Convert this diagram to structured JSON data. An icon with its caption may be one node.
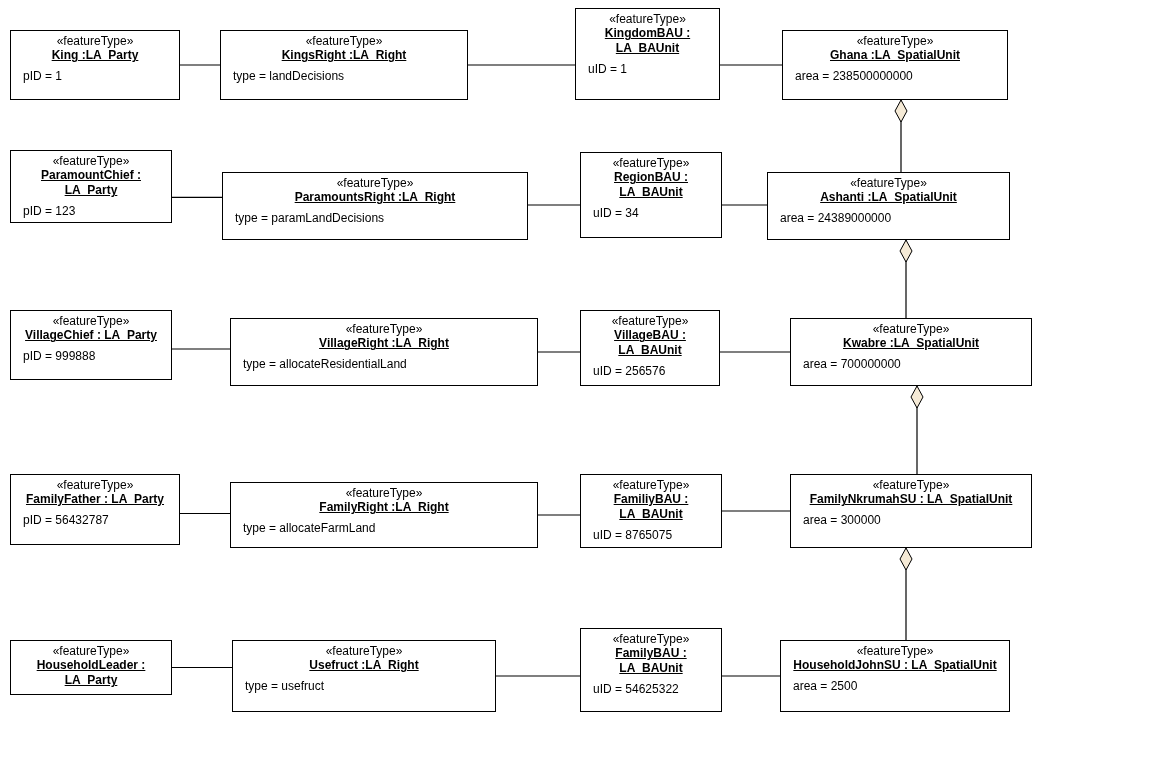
{
  "diagram": {
    "nodes": [
      {
        "text": [
          "«featureType»",
          "King :LA_Party",
          "pID = 1"
        ]
      },
      {
        "text": [
          "«featureType»",
          "KingsRight :LA_Right",
          "type = landDecisions"
        ]
      },
      {
        "text": [
          "«featureType»",
          "KingdomBAU : LA_BAUnit",
          "uID = 1"
        ]
      },
      {
        "text": [
          "«featureType»",
          "Ghana :LA_SpatialUnit",
          "area = 238500000000"
        ]
      },
      {
        "text": [
          "«featureType»",
          "ParamountChief : LA_Party",
          "pID = 123"
        ]
      },
      {
        "text": [
          "«featureType»",
          "ParamountsRight :LA_Right",
          "type = paramLandDecisions"
        ]
      },
      {
        "text": [
          "«featureType»",
          "RegionBAU : LA_BAUnit",
          "uID = 34"
        ]
      },
      {
        "text": [
          "«featureType»",
          "Ashanti :LA_SpatialUnit",
          "area = 24389000000"
        ]
      },
      {
        "text": [
          "«featureType»",
          "VillageChief : LA_Party",
          "pID = 999888"
        ]
      },
      {
        "text": [
          "«featureType»",
          "VillageRight :LA_Right",
          "type = allocateResidentialLand"
        ]
      },
      {
        "text": [
          "«featureType»",
          "VillageBAU : LA_BAUnit",
          "uID = 256576"
        ]
      },
      {
        "text": [
          "«featureType»",
          "Kwabre :LA_SpatialUnit",
          "area = 700000000"
        ]
      },
      {
        "text": [
          "«featureType»",
          "FamilyFather : LA_Party",
          "pID = 56432787"
        ]
      },
      {
        "text": [
          "«featureType»",
          "FamilyRight :LA_Right",
          "type = allocateFarmLand"
        ]
      },
      {
        "text": [
          "«featureType»",
          "FamiliyBAU : LA_BAUnit",
          "uID = 8765075"
        ]
      },
      {
        "text": [
          "«featureType»",
          "FamilyNkrumahSU : LA_SpatialUnit",
          "area = 300000"
        ]
      },
      {
        "text": [
          "«featureType»",
          "HouseholdLeader : LA_Party"
        ]
      },
      {
        "text": [
          "«featureType»",
          "Usefruct :LA_Right",
          "type = usefruct"
        ]
      },
      {
        "text": [
          "«featureType»",
          "FamilyBAU : LA_BAUnit",
          "uID = 54625322"
        ]
      },
      {
        "text": [
          "«featureType»",
          "HouseholdJohnSU : LA_SpatialUnit",
          "area = 2500"
        ]
      }
    ],
    "edges": [
      {
        "from": 0,
        "to": 1,
        "arrow": "none"
      },
      {
        "from": 1,
        "to": 2,
        "arrow": "none"
      },
      {
        "from": 2,
        "to": 3,
        "arrow": "none"
      },
      {
        "from": 4,
        "to": 5,
        "arrow": "none"
      },
      {
        "from": 5,
        "to": 6,
        "arrow": "none"
      },
      {
        "from": 6,
        "to": 7,
        "arrow": "none"
      },
      {
        "from": 8,
        "to": 9,
        "arrow": "none"
      },
      {
        "from": 9,
        "to": 10,
        "arrow": "none"
      },
      {
        "from": 10,
        "to": 11,
        "arrow": "none"
      },
      {
        "from": 12,
        "to": 13,
        "arrow": "none"
      },
      {
        "from": 13,
        "to": 14,
        "arrow": "none"
      },
      {
        "from": 14,
        "to": 15,
        "arrow": "none"
      },
      {
        "from": 16,
        "to": 17,
        "arrow": "none"
      },
      {
        "from": 17,
        "to": 18,
        "arrow": "none"
      },
      {
        "from": 18,
        "to": 19,
        "arrow": "none"
      },
      {
        "from": 7,
        "to": 3,
        "arrow": "other"
      },
      {
        "from": 11,
        "to": 7,
        "arrow": "other"
      },
      {
        "from": 15,
        "to": 11,
        "arrow": "other"
      },
      {
        "from": 19,
        "to": 15,
        "arrow": "other"
      }
    ]
  }
}
